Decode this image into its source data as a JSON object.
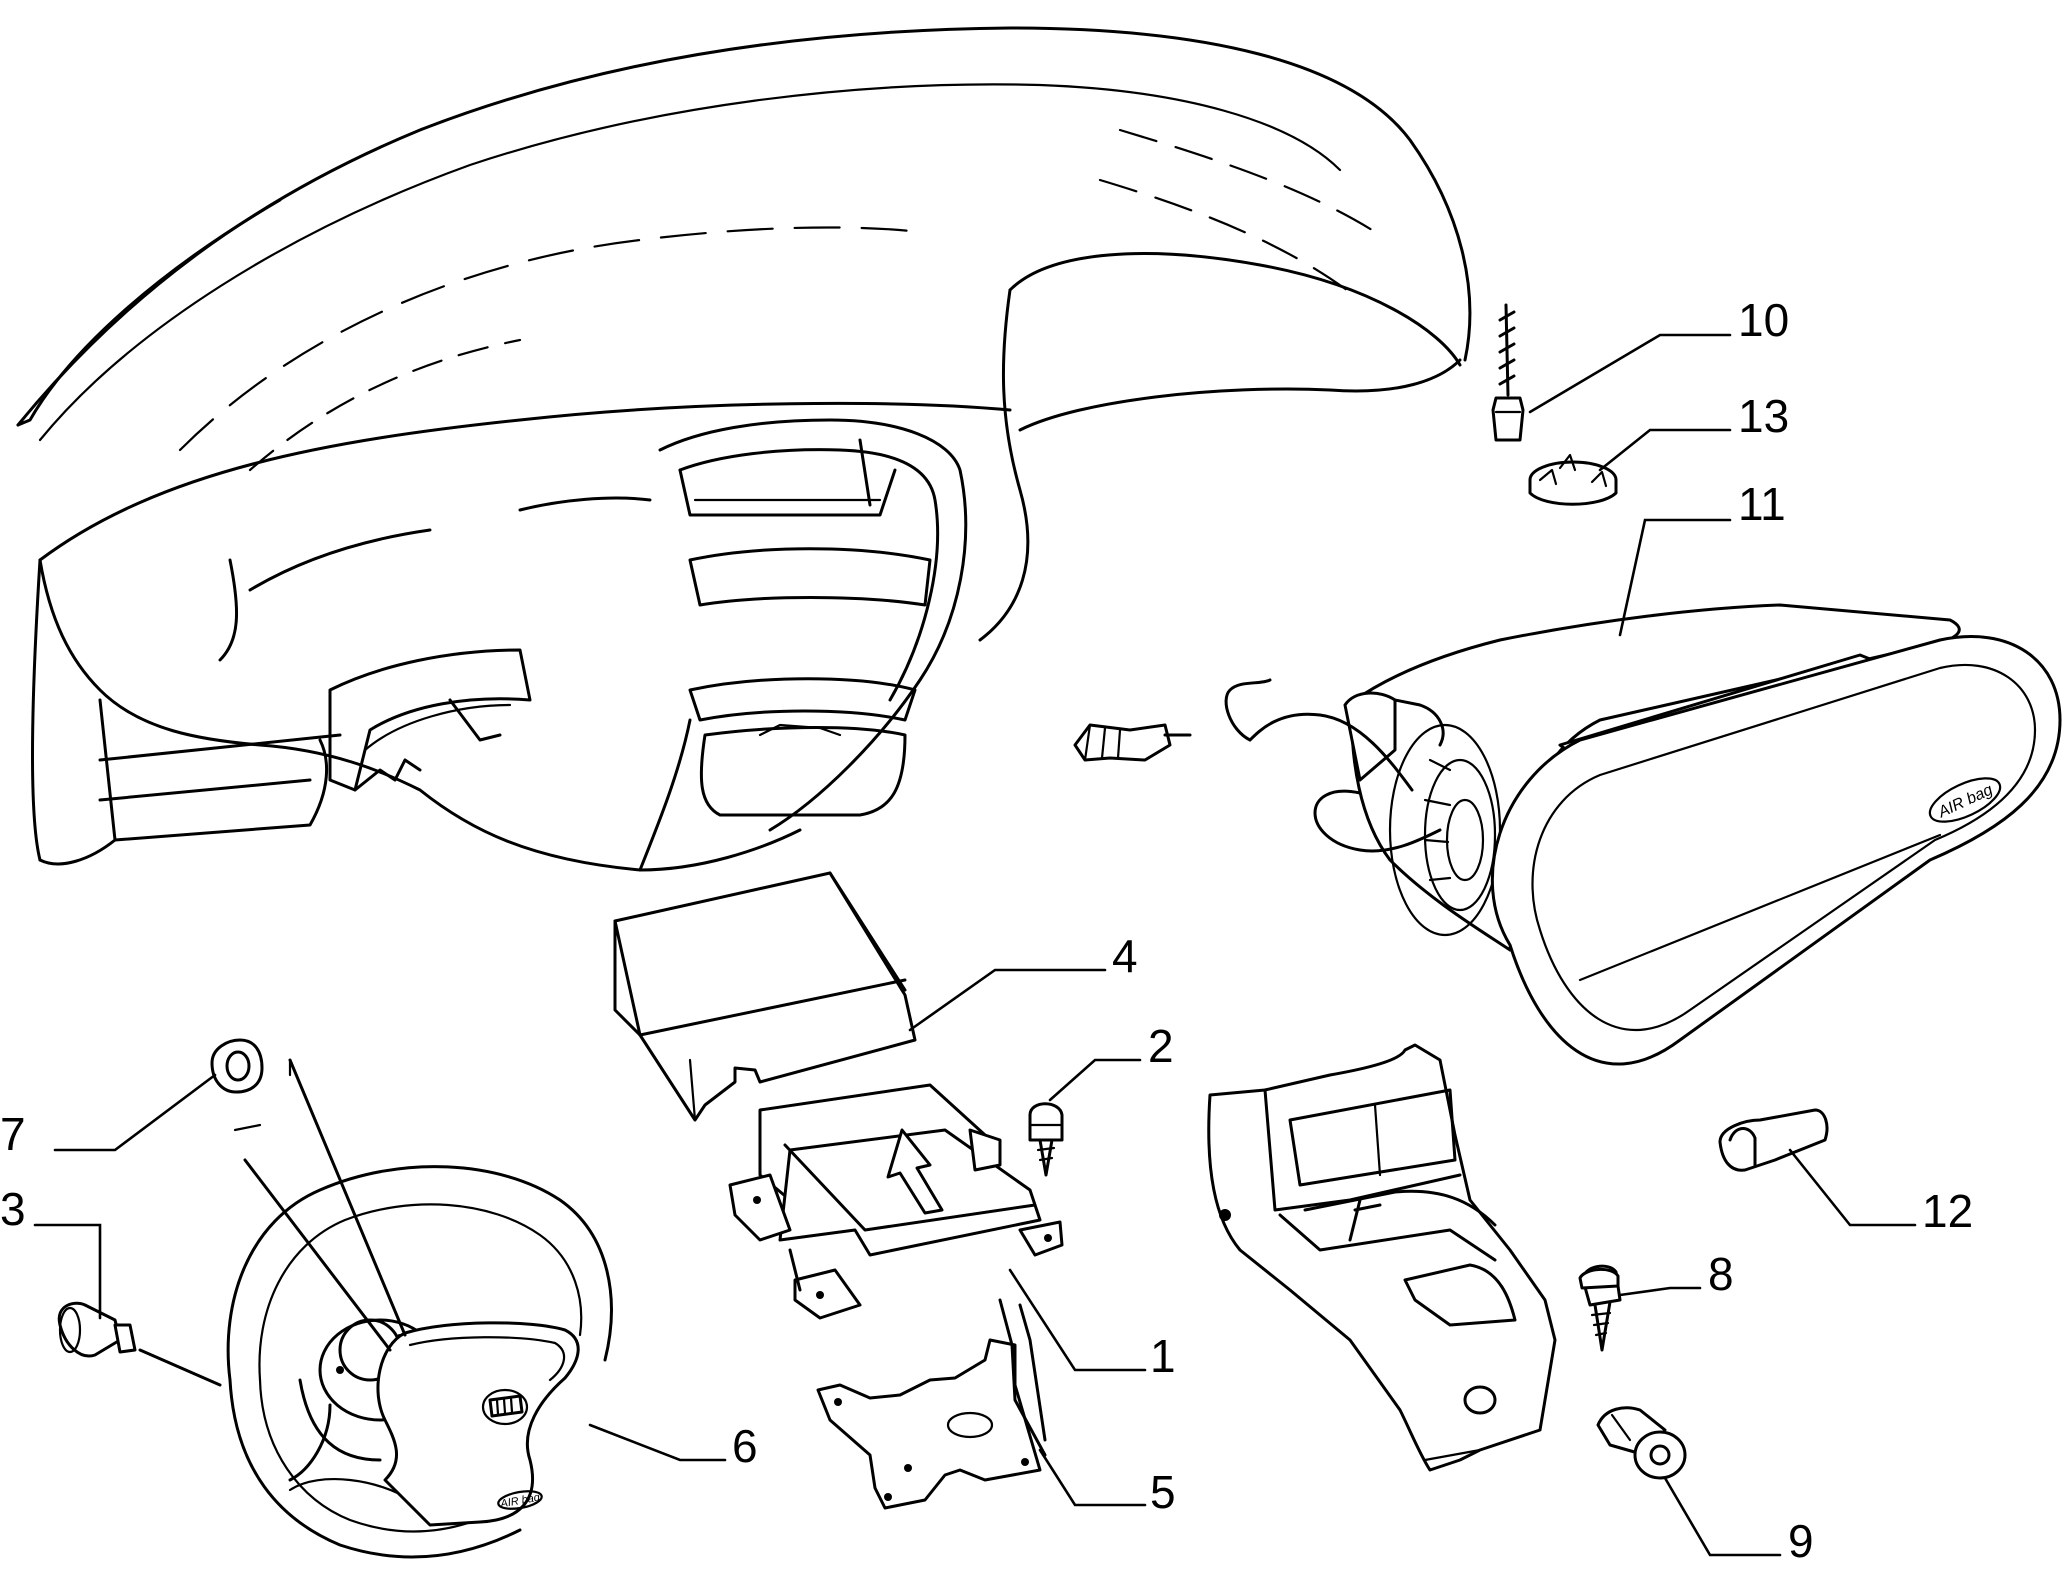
{
  "callouts": [
    {
      "id": "1",
      "label": "1"
    },
    {
      "id": "2",
      "label": "2"
    },
    {
      "id": "3",
      "label": "3"
    },
    {
      "id": "4",
      "label": "4"
    },
    {
      "id": "5",
      "label": "5"
    },
    {
      "id": "6",
      "label": "6"
    },
    {
      "id": "7",
      "label": "7"
    },
    {
      "id": "8",
      "label": "8"
    },
    {
      "id": "9",
      "label": "9"
    },
    {
      "id": "10",
      "label": "10"
    },
    {
      "id": "11",
      "label": "11"
    },
    {
      "id": "12",
      "label": "12"
    },
    {
      "id": "13",
      "label": "13"
    }
  ],
  "embossed_text": {
    "passenger_airbag": "AIR bag",
    "driver_airbag": "AIR bag"
  },
  "colors": {
    "line": "#000000",
    "background": "#ffffff"
  }
}
